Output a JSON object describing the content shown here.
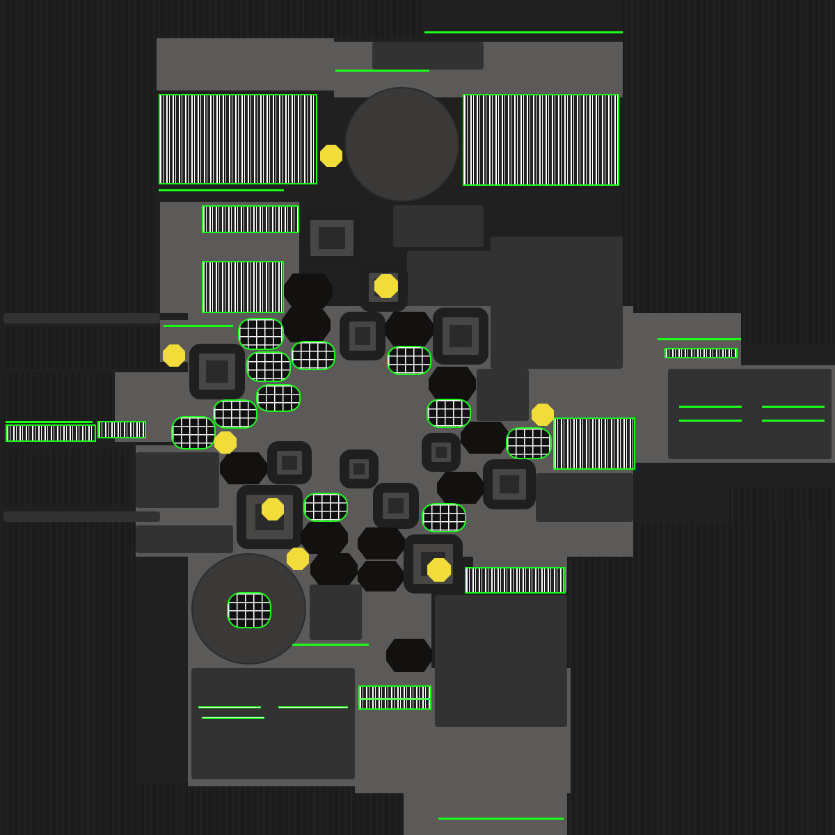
{
  "atlas": {
    "kind": "texture-uv-atlas",
    "size": [
      1200,
      1200
    ],
    "palette": {
      "background": "#202020",
      "panel_dark": "#1b1b1b",
      "panel_mid": "#333232",
      "island_gray": "#5b5a59",
      "outline_green": "#19ff19",
      "grid_white": "#ffffff",
      "accent_yellow": "#f2dc3a"
    }
  }
}
